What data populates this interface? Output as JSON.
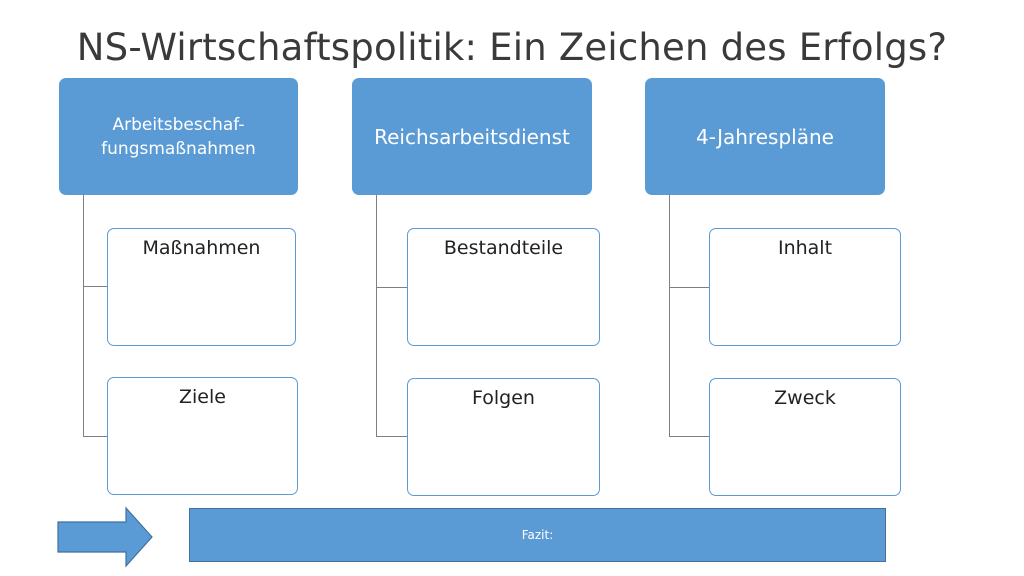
{
  "slide": {
    "title": "NS-Wirtschaftspolitik: Ein Zeichen des Erfolgs?"
  },
  "columns": [
    {
      "header_line1": "Arbeitsbeschaf-",
      "header_line2": "fungsmaßnahmen",
      "items": [
        "Maßnahmen",
        "Ziele"
      ]
    },
    {
      "header": "Reichsarbeitsdienst",
      "items": [
        "Bestandteile",
        "Folgen"
      ]
    },
    {
      "header": "4-Jahrespläne",
      "items": [
        "Inhalt",
        "Zweck"
      ]
    }
  ],
  "conclusion": {
    "label": "Fazit:"
  },
  "colors": {
    "accent": "#5b9bd5",
    "accent_border": "#41719c",
    "connector": "#7f7f7f",
    "title_text": "#3a3a3a"
  },
  "icons": {
    "conclusion_arrow": "right-arrow-icon"
  }
}
